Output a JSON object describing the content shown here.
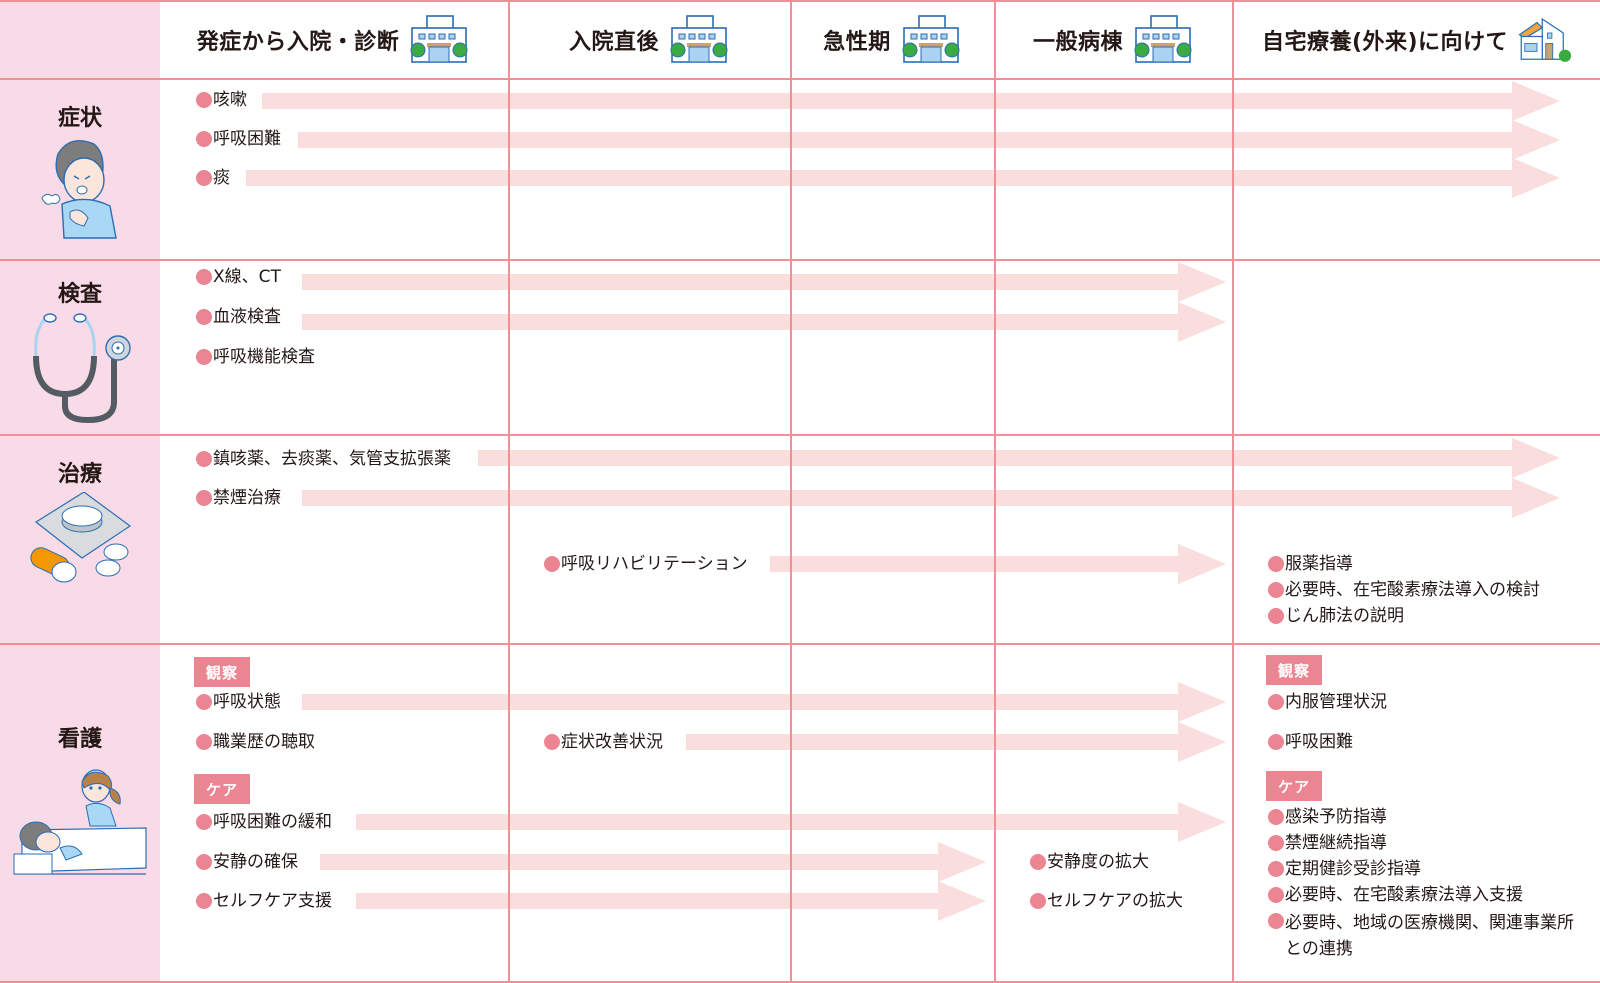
{
  "columns": [
    {
      "label": "発症から入院・診断",
      "icon": "hospital-icon"
    },
    {
      "label": "入院直後",
      "icon": "hospital-icon"
    },
    {
      "label": "急性期",
      "icon": "hospital-icon"
    },
    {
      "label": "一般病棟",
      "icon": "hospital-icon"
    },
    {
      "label": "自宅療養(外来)に向けて",
      "icon": "house-icon"
    }
  ],
  "rows": {
    "symptoms": {
      "label": "症状",
      "illustration": "coughing-patient-icon",
      "items": [
        "咳嗽",
        "呼吸困難",
        "痰"
      ]
    },
    "tests": {
      "label": "検査",
      "illustration": "stethoscope-icon",
      "items": [
        "X線、CT",
        "血液検査",
        "呼吸機能検査"
      ]
    },
    "treatment": {
      "label": "治療",
      "illustration": "medicine-pills-icon",
      "items": [
        "鎮咳薬、去痰薬、気管支拡張薬",
        "禁煙治療",
        "呼吸リハビリテーション"
      ],
      "home_items": [
        "服薬指導",
        "必要時、在宅酸素療法導入の検討",
        "じん肺法の説明"
      ]
    },
    "nursing": {
      "label": "看護",
      "illustration": "nurse-and-patient-icon",
      "observation_tag": "観察",
      "care_tag": "ケア",
      "observation_items": [
        "呼吸状態",
        "職業歴の聴取",
        "症状改善状況"
      ],
      "care_items": [
        "呼吸困難の緩和",
        "安静の確保",
        "セルフケア支援"
      ],
      "ward_items": [
        "安静度の拡大",
        "セルフケアの拡大"
      ],
      "home_observation_items": [
        "内服管理状況",
        "呼吸困難"
      ],
      "home_care_items": [
        "感染予防指導",
        "禁煙継続指導",
        "定期健診受診指導",
        "必要時、在宅酸素療法導入支援",
        "必要時、地域の医療機関、関連事業所との連携"
      ]
    }
  },
  "colors": {
    "grid_line": "#ef8f98",
    "label_column_bg": "#f9dbe7",
    "arrow": "#fadedd",
    "bullet": "#ec8592",
    "tag_bg": "#ec8592"
  }
}
